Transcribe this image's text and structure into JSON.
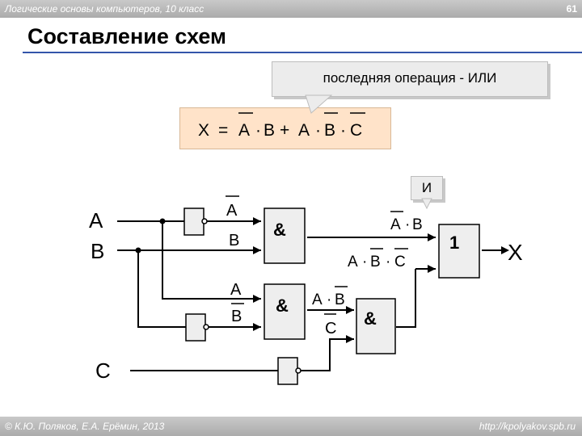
{
  "header": {
    "course": "Логические основы компьютеров, 10 класс",
    "page_number": "61"
  },
  "title": "Составление схем",
  "callout": "последняя операция - ИЛИ",
  "formula": {
    "x": "X",
    "eq": "=",
    "a1": "A",
    "dot": "·",
    "b1": "B",
    "plus": "+",
    "a2": "A",
    "b2": "B",
    "c2": "C"
  },
  "and_label_box": "И",
  "diagram": {
    "inputs": {
      "a": "A",
      "b": "B",
      "c": "C"
    },
    "output": "X",
    "and_symbol": "&",
    "or_symbol": "1",
    "labels": {
      "not_a": "A",
      "b_in": "B",
      "a_in": "A",
      "not_b": "B",
      "not_c": "C",
      "term1": {
        "a": "A",
        "dot": "·",
        "b": "B"
      },
      "term2": {
        "a": "A",
        "dot1": "·",
        "b": "B",
        "dot2": "·",
        "c": "C"
      },
      "term3": {
        "a": "A",
        "dot": "·",
        "b": "B"
      }
    }
  },
  "footer": {
    "authors": "© К.Ю. Поляков, Е.А. Ерёмин, 2013",
    "site": "http://kpolyakov.spb.ru"
  }
}
